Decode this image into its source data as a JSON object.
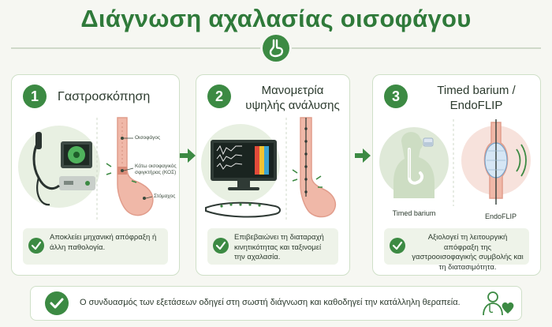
{
  "title": "Διάγνωση αχαλασίας οισοφάγου",
  "steps": [
    {
      "number": "1",
      "title": "Γαστροσκόπηση",
      "labels": [
        "Οισοφάγος",
        "Κάτω οισοφαγικός σφιγκτήρας (ΚΟΣ)",
        "Στόμαχος"
      ],
      "note": "Αποκλείει μηχανική απόφραξη ή άλλη παθολογία."
    },
    {
      "number": "2",
      "title": "Μανομετρία υψηλής ανάλυσης",
      "note": "Επιβεβαιώνει τη διαταραχή κινητικότητας και ταξινομεί την αχαλασία."
    },
    {
      "number": "3",
      "title": "Timed barium / EndoFLIP",
      "sub_labels": [
        "Timed barium",
        "EndoFLIP"
      ],
      "note": "Αξιολογεί τη λειτουργική απόφραξη της γαστροοισοφαγικής συμβολής και τη διατασιμότητα."
    }
  ],
  "footer": "Ο συνδυασμός των εξετάσεων οδηγεί στη σωστή διάγνωση και καθοδηγεί την κατάλληλη θεραπεία.",
  "colors": {
    "accent": "#3c8a43",
    "title": "#2f7a3a",
    "tissue": "#f0b8a8",
    "card_border": "#cfe0c8"
  },
  "icons": [
    "stomach-icon",
    "check-icon",
    "doctor-heart-icon",
    "arrow-right-icon"
  ]
}
